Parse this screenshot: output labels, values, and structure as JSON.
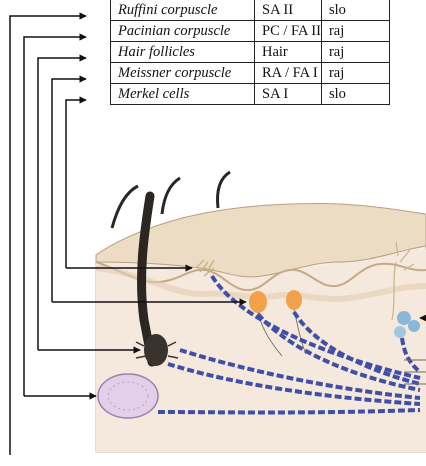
{
  "receptors": [
    {
      "name": "Ruffini corpuscle",
      "type": "SA II",
      "rate": "slo"
    },
    {
      "name": "Pacinian corpuscle",
      "type": "PC / FA II",
      "rate": "raj"
    },
    {
      "name": "Hair follicles",
      "type": "Hair",
      "rate": "raj"
    },
    {
      "name": "Meissner corpuscle",
      "type": "RA / FA I",
      "rate": "raj"
    },
    {
      "name": "Merkel cells",
      "type": "SA I",
      "rate": "slo"
    }
  ],
  "colors": {
    "skin_top": "#ecdcc4",
    "skin_dermis": "#f3e8da",
    "hair": "#2b2622",
    "nerve": "#3f4fa8",
    "pacinian": "#d9c1e0",
    "meissner": "#f39a3c",
    "arrow": "#111111"
  }
}
